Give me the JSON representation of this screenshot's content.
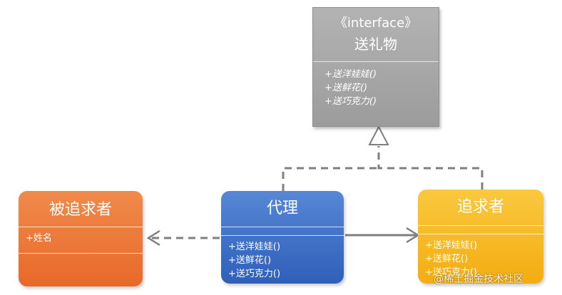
{
  "interface": {
    "stereotype": "《interface》",
    "name": "送礼物",
    "operations": [
      "+送洋娃娃()",
      "+送鲜花()",
      "+送巧克力()"
    ]
  },
  "pursued": {
    "name": "被追求者",
    "attributes": [
      "+姓名"
    ]
  },
  "proxy": {
    "name": "代理",
    "operations": [
      "+送洋娃娃()",
      "+送鲜花()",
      "+送巧克力()"
    ]
  },
  "pursuer": {
    "name": "追求者",
    "operations": [
      "+送洋娃娃()",
      "+送鲜花()",
      "+送巧克力()"
    ]
  },
  "watermark": "@稀土掘金技术社区",
  "colors": {
    "interface": "#a6a6a6",
    "pursued": "#ed7d31",
    "proxy": "#4472c4",
    "pursuer": "#ffc000",
    "connector": "#7f7f7f"
  }
}
